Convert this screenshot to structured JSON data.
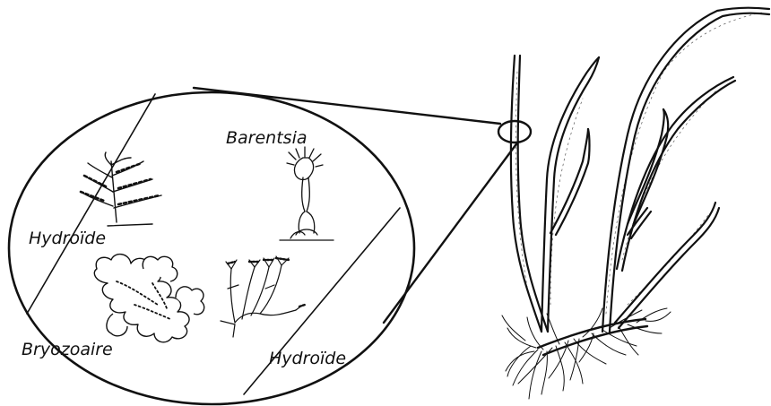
{
  "labels": {
    "barentsia": "Barentsia",
    "hydroide_top": "Hydroïde",
    "bryozoaire": "Bryozoaire",
    "hydroide_bottom": "Hydroïde"
  },
  "colors": {
    "ink": "#111111",
    "background": "#ffffff"
  }
}
